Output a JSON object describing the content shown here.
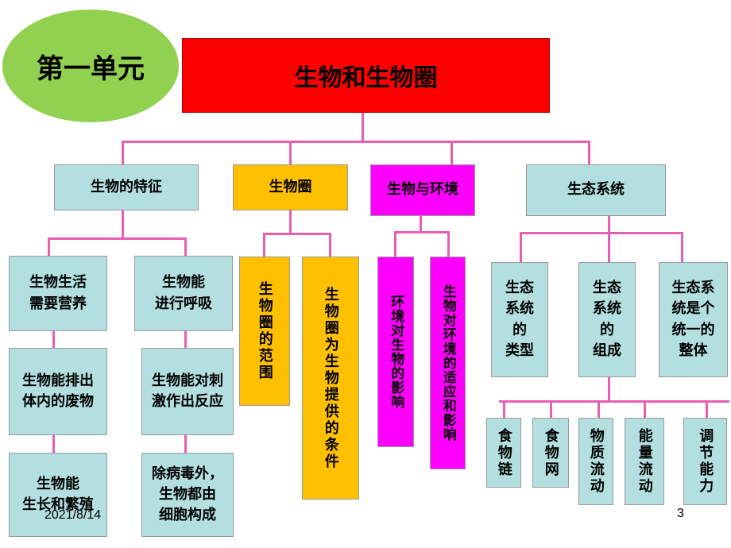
{
  "unit_label": "第一单元",
  "root": "生物和生物圈",
  "categories": {
    "features": "生物的特征",
    "biosphere": "生物圈",
    "environment": "生物与环境",
    "ecosystem": "生态系统"
  },
  "features": {
    "nutrition": "生物生活\n需要营养",
    "respiration": "生物能\n进行呼吸",
    "excretion": "生物能排出\n体内的废物",
    "stimulus": "生物能对刺\n激作出反应",
    "growth": "生物能\n生长和繁殖",
    "cells": "除病毒外，\n生物都由\n细胞构成"
  },
  "biosphere": {
    "range": "生物圈的范围",
    "conditions": "生物圈为生物提供的条件"
  },
  "environment": {
    "env_effect": "环境对生物的影响",
    "bio_adapt": "生物对环境的适应和影响"
  },
  "ecosystem": {
    "types": "生态\n系统\n的\n类型",
    "composition": "生态\n系统\n的\n组成",
    "whole": "生态系\n统是个\n统一的\n整体",
    "food_chain": "食物链",
    "food_web": "食物网",
    "material_flow": "物质流动",
    "energy_flow": "能量流动",
    "regulation": "调节能力"
  },
  "footer": {
    "date": "2021/8/14",
    "page": "3"
  },
  "colors": {
    "teal": "#b3dfe0",
    "gold": "#ffc000",
    "magenta": "#ff00ff",
    "red": "#ff0000",
    "green": "#92d050",
    "connector": "#e75fb2"
  }
}
